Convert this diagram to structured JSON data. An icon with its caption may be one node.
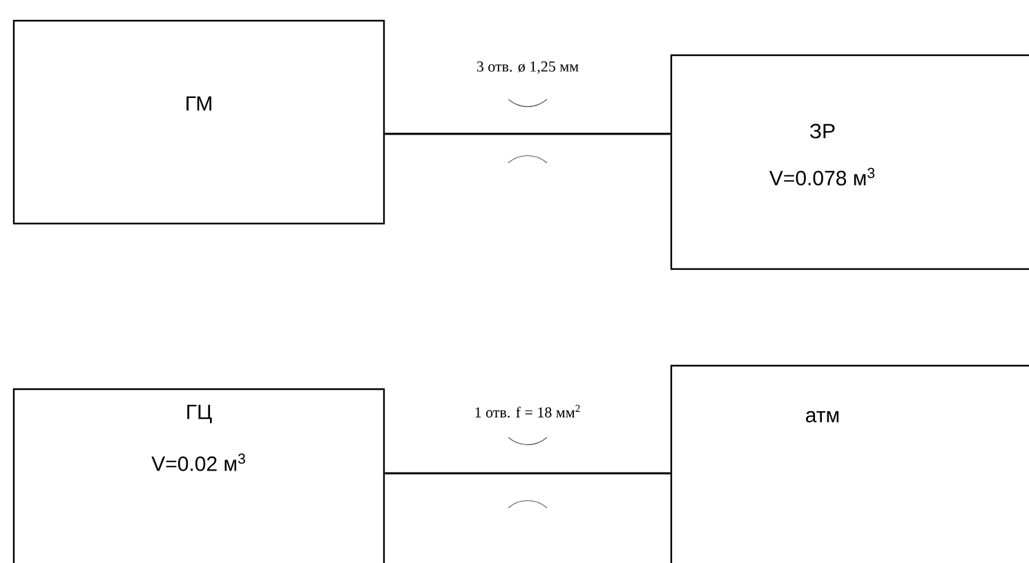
{
  "diagram": {
    "nodes": [
      {
        "text": [
          "ГМ"
        ]
      },
      {
        "text": [
          "ЗР",
          "V=0.078 м$^{3}$"
        ]
      },
      {
        "text": [
          "ГЦ",
          "V=0.02 м$^{3}$"
        ]
      },
      {
        "text": [
          "атм"
        ]
      }
    ],
    "edges": [
      {
        "from": 0,
        "to": 1,
        "arrow": "none",
        "label": "3 отв. ø 1,25 мм"
      },
      {
        "from": 2,
        "to": 3,
        "arrow": "none",
        "label": "1 отв. f = 18 мм$^{2}$"
      }
    ]
  }
}
